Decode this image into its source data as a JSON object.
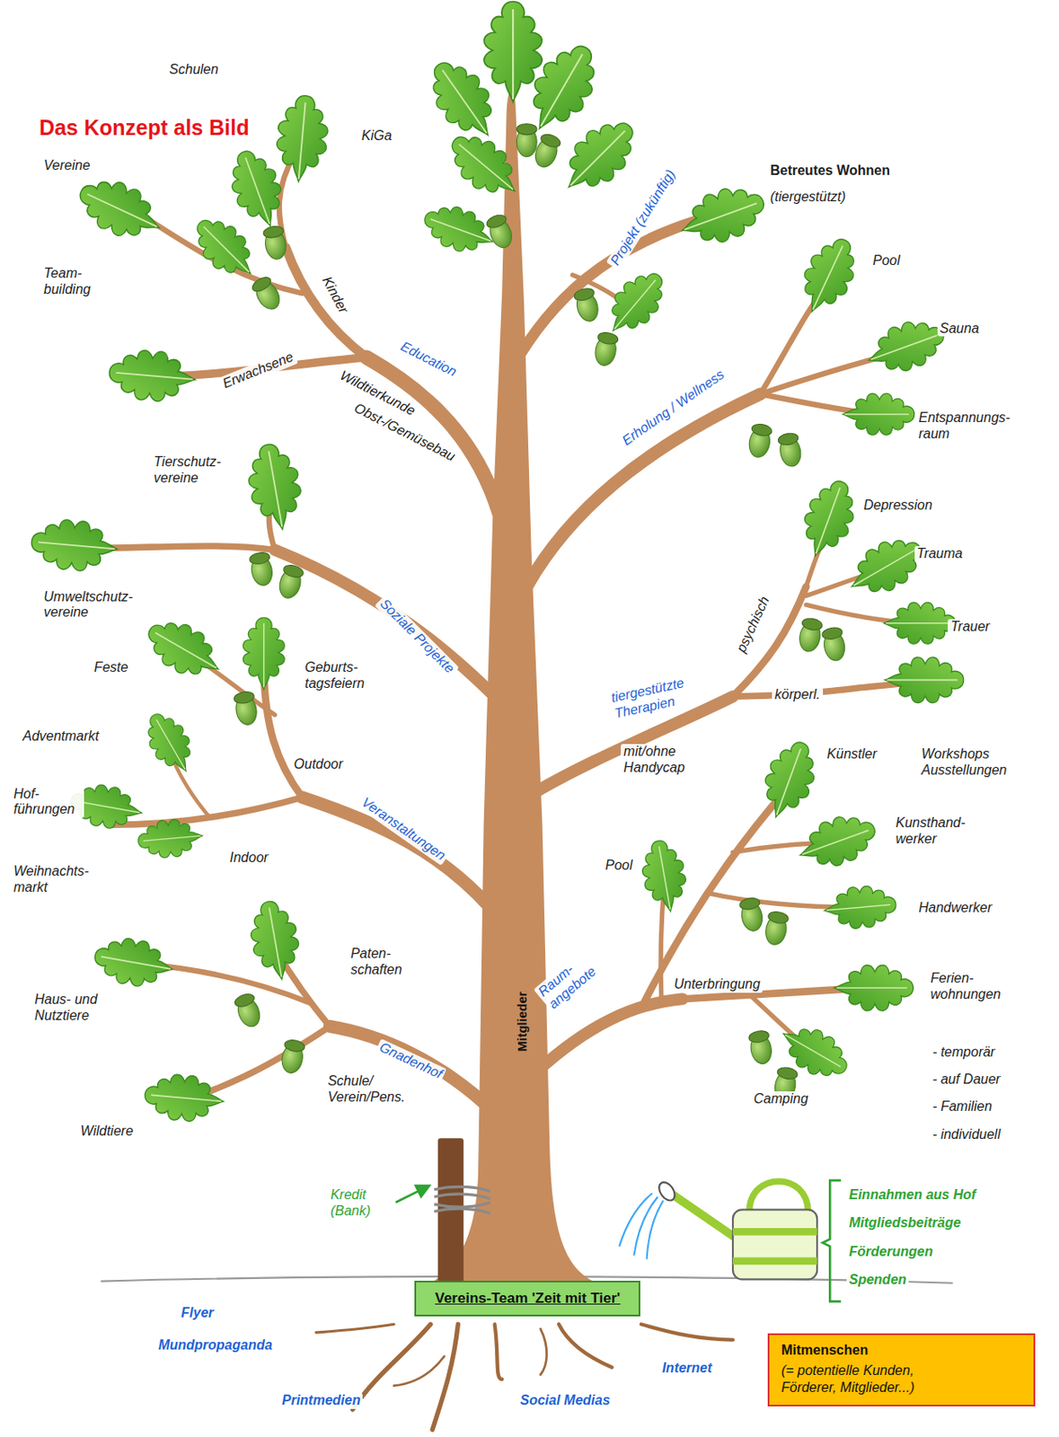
{
  "diagram": {
    "title": "Das Konzept als Bild",
    "nodes": [
      {
        "text": [
          "Vereins-Team 'Zeit mit Tier'"
        ]
      },
      {
        "text": [
          "Mitmenschen",
          "(= potentielle Kunden, Förderer, Mitglieder...)"
        ]
      }
    ],
    "labels": [
      "Schulen",
      "Vereine",
      "KiGa",
      "Betreutes Wohnen",
      "(tiergestützt)",
      "Projekt (zukünftig)",
      "Kinder",
      "Team- building",
      "Pool",
      "Sauna",
      "Education",
      "Erwachsene",
      "Wildtierkunde",
      "Obst-/Gemüsebau",
      "Erholung / Wellness",
      "Entspannungs- raum",
      "Tierschutz- vereine",
      "Depression",
      "Trauma",
      "Umweltschutz- vereine",
      "Trauer",
      "psychisch",
      "Soziale Projekte",
      "Feste",
      "Geburts- tagsfeiern",
      "körperl.",
      "tiergestützte Therapien",
      "Adventmarkt",
      "Künstler",
      "Workshops Ausstellungen",
      "Outdoor",
      "mit/ohne Handycap",
      "Hof- führungen",
      "Kunsthand- werker",
      "Veranstaltungen",
      "Indoor",
      "Pool",
      "Weihnachts- markt",
      "Handwerker",
      "Paten- schaften",
      "Ferien- wohnungen",
      "Raum- angebote",
      "Unterbringung",
      "Haus- und Nutztiere",
      "Mitglieder",
      "- temporär",
      "Gnadenhof",
      "Schule/ Verein/Pens.",
      "- auf Dauer",
      "Camping",
      "- Familien",
      "Wildtiere",
      "- individuell",
      "Kredit (Bank)",
      "Einnahmen aus Hof",
      "Mitgliedsbeiträge",
      "Förderungen",
      "Spenden",
      "Flyer",
      "Mundpropaganda",
      "Internet",
      "Printmedien",
      "Social Medias"
    ]
  }
}
